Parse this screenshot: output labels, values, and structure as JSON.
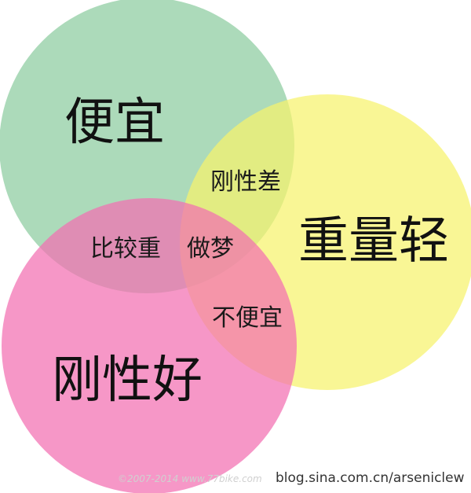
{
  "sets": [
    {
      "id": "cheap",
      "label": "便宜",
      "color": "#8ccc9f"
    },
    {
      "id": "light",
      "label": "重量轻",
      "color": "#f7f36c"
    },
    {
      "id": "stiff",
      "label": "刚性好",
      "color": "#f36fb2"
    }
  ],
  "intersections": {
    "cheap_light": "刚性差",
    "cheap_stiff": "比较重",
    "all_three": "做梦",
    "light_stiff": "不便宜"
  },
  "watermarks": {
    "faint": "©2007-2014 www.77bike.com",
    "blog": "blog.sina.com.cn/arseniclew"
  }
}
